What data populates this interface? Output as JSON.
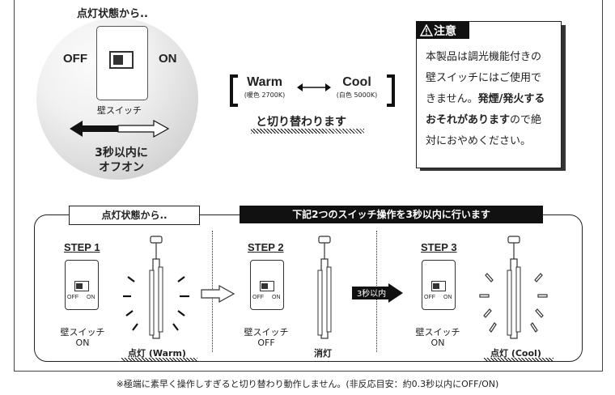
{
  "top": {
    "circle_caption": "点灯状態から..",
    "off": "OFF",
    "on": "ON",
    "switch_label": "壁スイッチ",
    "instruction_line1": "3秒以内に",
    "instruction_line2": "オフオン"
  },
  "color_toggle": {
    "warm": "Warm",
    "warm_sub": "(暖色 2700K)",
    "cool": "Cool",
    "cool_sub": "(白色 5000K)",
    "caption": "と切り替わります"
  },
  "caution": {
    "title": "注意",
    "text_1": "本製品は調光機能付きの",
    "text_2": "壁スイッチにはご使用で",
    "text_3": "きません。",
    "text_3_bold": "発煙/発火する",
    "text_4_bold": "おそれがあります",
    "text_4": "ので絶",
    "text_5": "対におやめください。"
  },
  "steps": {
    "tab_left": "点灯状態から..",
    "tab_right": "下記2つのスイッチ操作を3秒以内に行います",
    "delay_label": "3秒以内",
    "items": [
      {
        "title": "STEP 1",
        "off": "OFF",
        "on": "ON",
        "switch_line1": "壁スイッチ",
        "switch_line2": "ON",
        "lamp_label": "点灯 (Warm)"
      },
      {
        "title": "STEP 2",
        "off": "OFF",
        "on": "ON",
        "switch_line1": "壁スイッチ",
        "switch_line2": "OFF",
        "lamp_label": "消灯"
      },
      {
        "title": "STEP 3",
        "off": "OFF",
        "on": "ON",
        "switch_line1": "壁スイッチ",
        "switch_line2": "ON",
        "lamp_label": "点灯 (Cool)"
      }
    ]
  },
  "footnote": "※極端に素早く操作しすぎると切り替わり動作しません。(非反応目安：約0.3秒以内にOFF/ON)",
  "colors": {
    "accent_black": "#111111",
    "circle_light": "#f4f4f4",
    "circle_dark": "#c9c9c9"
  }
}
